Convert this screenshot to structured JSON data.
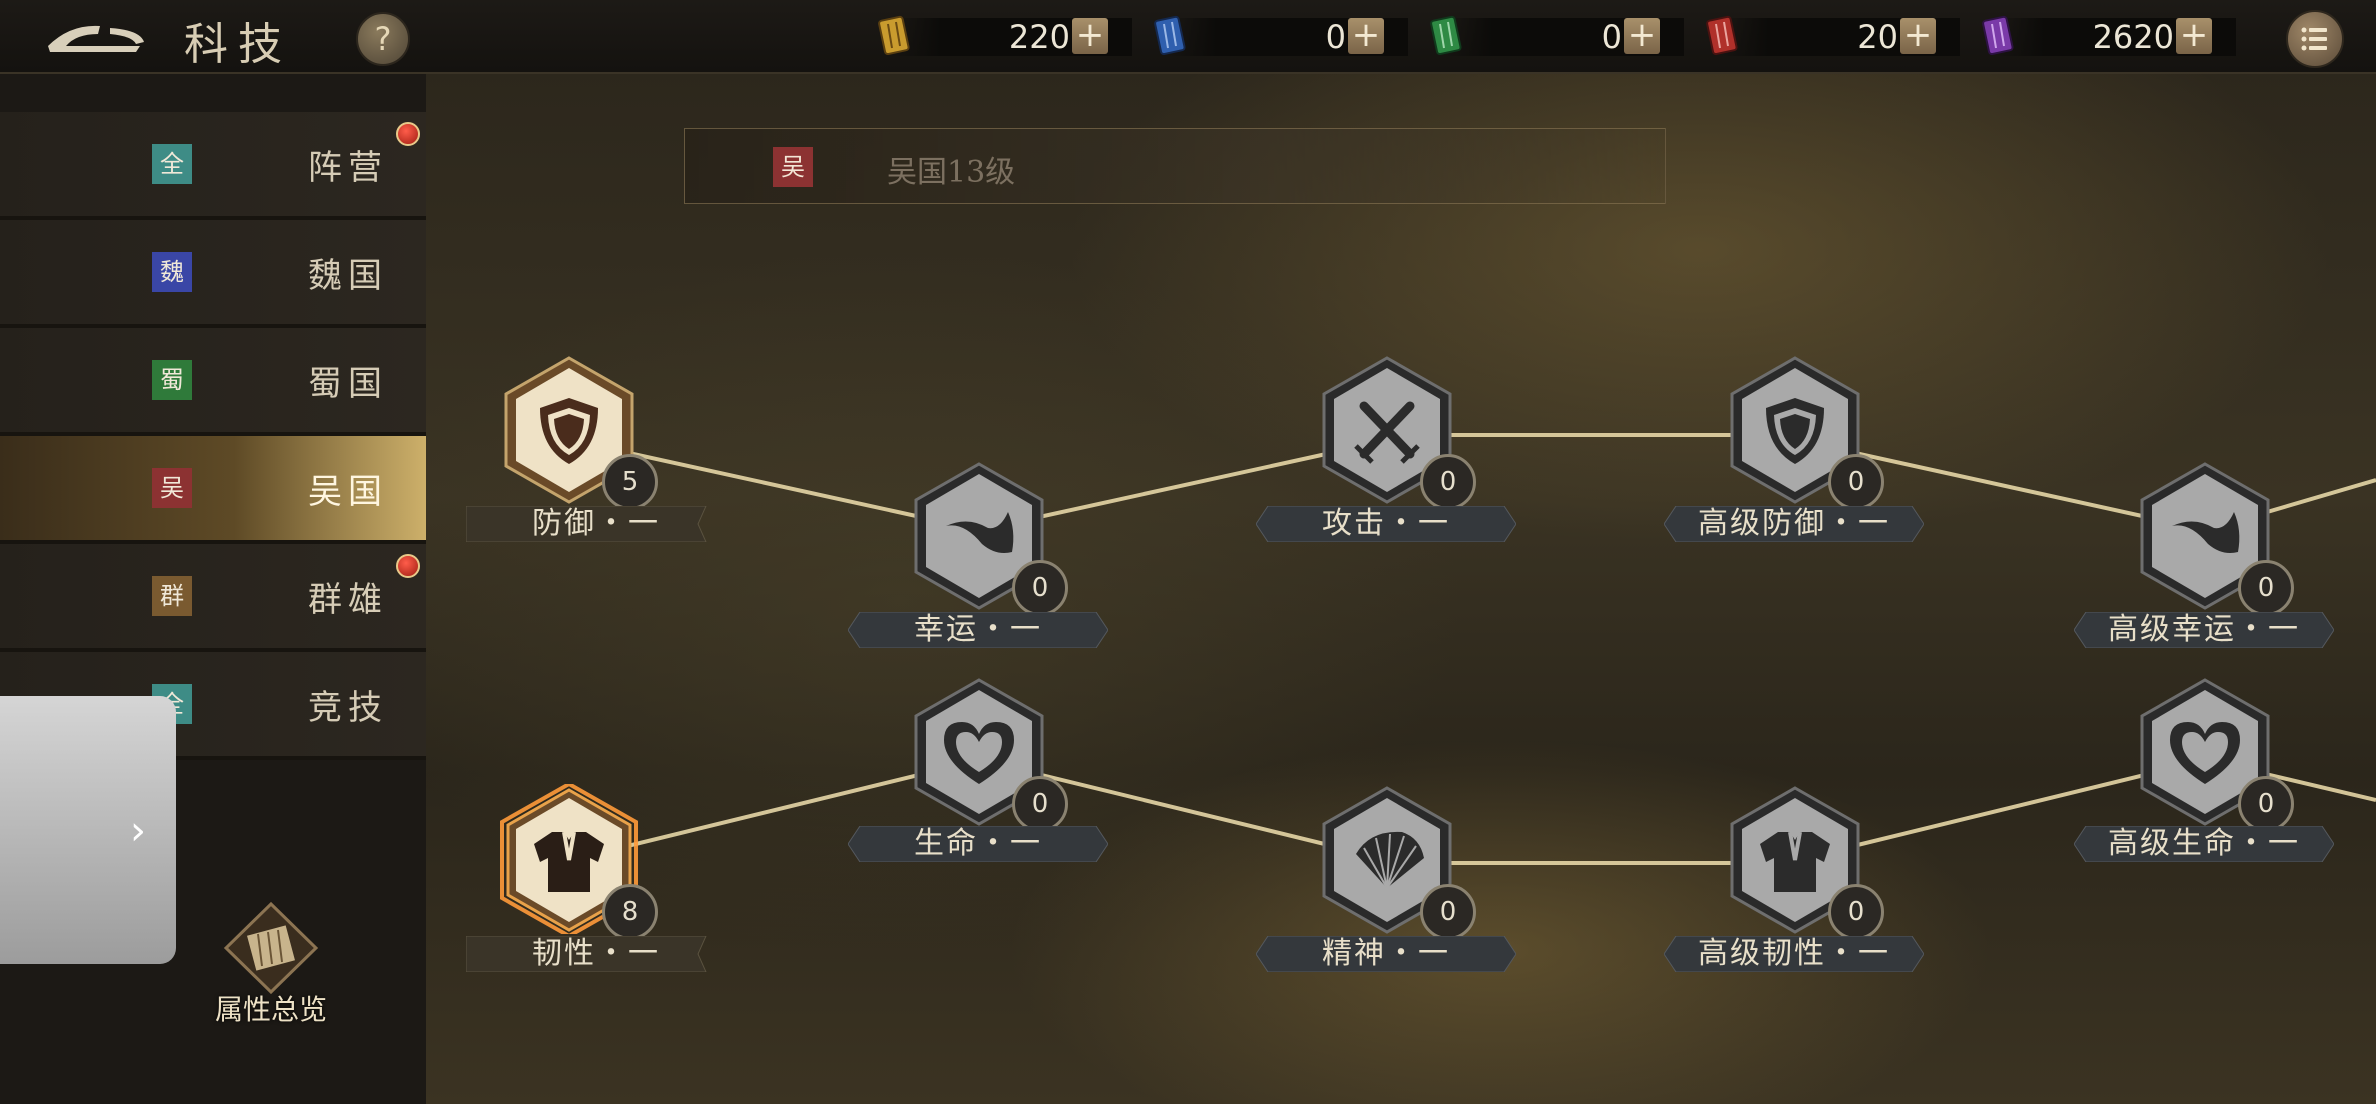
{
  "header": {
    "title": "科技",
    "help_label": "?"
  },
  "resources": [
    {
      "name": "gold-scroll",
      "value": "220",
      "plus": "+",
      "color": "#c99b2e"
    },
    {
      "name": "blue-scroll",
      "value": "0",
      "plus": "+",
      "color": "#2f5fae"
    },
    {
      "name": "green-scroll",
      "value": "0",
      "plus": "+",
      "color": "#2e8a44"
    },
    {
      "name": "red-scroll",
      "value": "20",
      "plus": "+",
      "color": "#b0302a"
    },
    {
      "name": "purple-scroll",
      "value": "2620",
      "plus": "+",
      "color": "#7a3aa8"
    }
  ],
  "sidebar": {
    "items": [
      {
        "tag": "全",
        "label": "阵营",
        "tag_color": "#3e8c86",
        "badge": true,
        "active": false
      },
      {
        "tag": "魏",
        "label": "魏国",
        "tag_color": "#3a46a6",
        "badge": false,
        "active": false
      },
      {
        "tag": "蜀",
        "label": "蜀国",
        "tag_color": "#2f7a3a",
        "badge": false,
        "active": false
      },
      {
        "tag": "吴",
        "label": "吴国",
        "tag_color": "#8c3232",
        "badge": false,
        "active": true
      },
      {
        "tag": "群",
        "label": "群雄",
        "tag_color": "#7a5a30",
        "badge": true,
        "active": false
      },
      {
        "tag": "全",
        "label": "竞技",
        "tag_color": "#3e8c86",
        "badge": false,
        "active": false
      }
    ],
    "overview_label": "属性总览"
  },
  "banner": {
    "tag": "吴",
    "text": "吴国13级"
  },
  "tree": {
    "nodes": [
      {
        "id": "defense-1",
        "label": "防御・一",
        "count": "5",
        "icon": "shield-icon",
        "state": "unlocked"
      },
      {
        "id": "luck-1",
        "label": "幸运・一",
        "count": "0",
        "icon": "horn-icon",
        "state": "locked"
      },
      {
        "id": "attack-1",
        "label": "攻击・一",
        "count": "0",
        "icon": "crossed-swords-icon",
        "state": "locked"
      },
      {
        "id": "adv-defense-1",
        "label": "高级防御・一",
        "count": "0",
        "icon": "shield-icon",
        "state": "locked"
      },
      {
        "id": "adv-luck-1",
        "label": "高级幸运・一",
        "count": "0",
        "icon": "horn-icon",
        "state": "locked"
      },
      {
        "id": "toughness-1",
        "label": "韧性・一",
        "count": "8",
        "icon": "armor-icon",
        "state": "selected"
      },
      {
        "id": "life-1",
        "label": "生命・一",
        "count": "0",
        "icon": "heart-icon",
        "state": "locked"
      },
      {
        "id": "spirit-1",
        "label": "精神・一",
        "count": "0",
        "icon": "fan-icon",
        "state": "locked"
      },
      {
        "id": "adv-toughness-1",
        "label": "高级韧性・一",
        "count": "0",
        "icon": "armor-icon",
        "state": "locked"
      },
      {
        "id": "adv-life-1",
        "label": "高级生命・一",
        "count": "0",
        "icon": "heart-icon",
        "state": "locked"
      }
    ]
  }
}
